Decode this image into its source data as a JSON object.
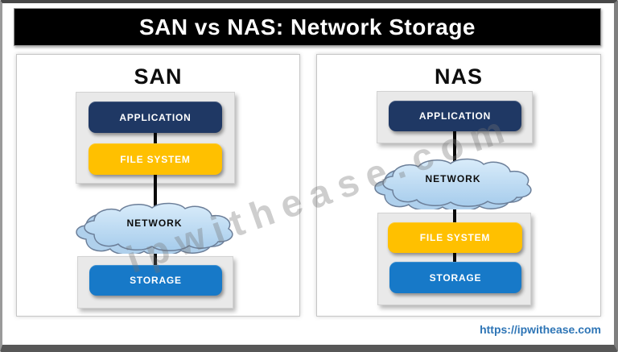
{
  "header": {
    "title": "SAN vs NAS: Network Storage"
  },
  "san": {
    "title": "SAN",
    "application_label": "APPLICATION",
    "file_system_label": "FILE SYSTEM",
    "network_label": "NETWORK",
    "storage_label": "STORAGE"
  },
  "nas": {
    "title": "NAS",
    "application_label": "APPLICATION",
    "network_label": "NETWORK",
    "file_system_label": "FILE SYSTEM",
    "storage_label": "STORAGE"
  },
  "watermark": {
    "text": "ipwithease.com"
  },
  "footer": {
    "link": "https://ipwithease.com"
  },
  "colors": {
    "header_bg": "#000000",
    "application_box": "#1F3864",
    "file_system_box": "#FFC000",
    "storage_box": "#1779C8",
    "cloud_fill_top": "#D9ECFA",
    "cloud_fill_bottom": "#A6CCEC",
    "cloud_back": "#AFD0EC",
    "cloud_stroke": "#6C7F99",
    "link_text": "#2E75B6"
  }
}
